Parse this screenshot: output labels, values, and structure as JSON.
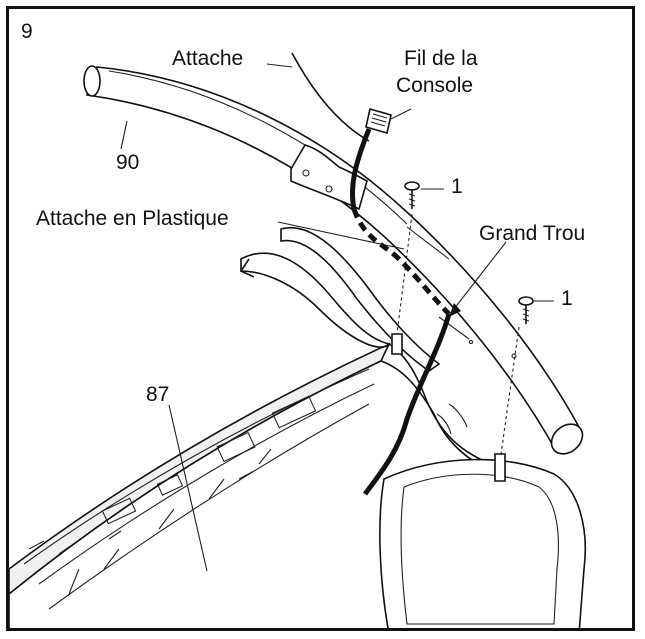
{
  "step_number": "9",
  "labels": {
    "attache": "Attache",
    "fil_line1": "Fil de la",
    "fil_line2": "Console",
    "part_90": "90",
    "screw_1a": "1",
    "attache_plastique": "Attache en Plastique",
    "grand_trou": "Grand Trou",
    "screw_1b": "1",
    "part_87": "87"
  },
  "colors": {
    "line": "#111111",
    "background": "#ffffff",
    "wire": "#111111"
  }
}
